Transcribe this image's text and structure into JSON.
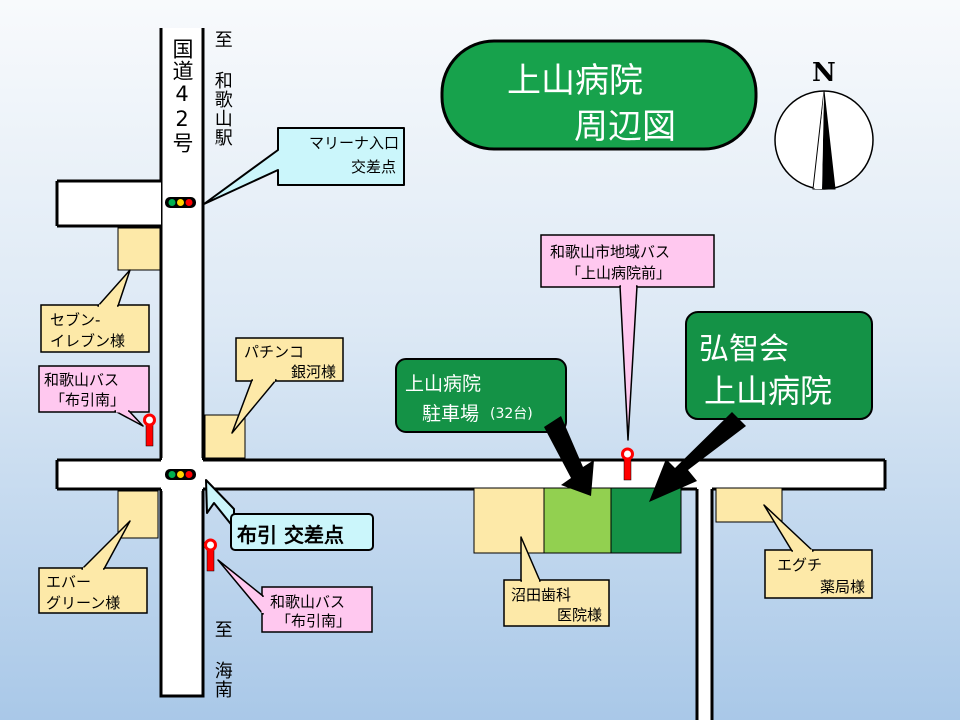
{
  "map": {
    "title_line1": "上山病院",
    "title_line2": "周辺図",
    "north_label": "N",
    "route_label": "国道42号",
    "to_north": "至 和歌山駅",
    "to_south": "至 海南"
  },
  "labels": {
    "marina_line1": "マリーナ入口",
    "marina_line2": "交差点",
    "seven_line1": "セブン-",
    "seven_line2": "イレブン様",
    "pachinko_line1": "パチンコ",
    "pachinko_line2": "銀河様",
    "bus_west_line1": "和歌山バス",
    "bus_west_line2": "「布引南」",
    "ever_line1": "エバー",
    "ever_line2": "グリーン様",
    "nunobiki": "布引 交差点",
    "bus_south_line1": "和歌山バス",
    "bus_south_line2": "「布引南」",
    "parking_line1": "上山病院",
    "parking_line2": "駐車場",
    "parking_count": "(32台)",
    "city_bus_line1": "和歌山市地域バス",
    "city_bus_line2": "「上山病院前」",
    "hospital_line1": "弘智会",
    "hospital_line2": "上山病院",
    "numata_line1": "沼田歯科",
    "numata_line2": "医院様",
    "eguchi_line1": "エグチ",
    "eguchi_line2": "薬局様"
  },
  "colors": {
    "title_fill": "#17a24c",
    "hospital_fill": "#149246",
    "parking_fill": "#92d050",
    "building_fill": "#fde9a8",
    "callout_yellow": "#fde9a8",
    "callout_pink": "#ffc8ef",
    "callout_cyan": "#cbf6fb",
    "traffic_red": "#ff0000",
    "traffic_yellow": "#ffd400",
    "traffic_green": "#00b050",
    "bus_stop": "#ff0000"
  },
  "icons": [
    "compass-icon",
    "traffic-light-icon",
    "bus-stop-icon",
    "arrow-icon"
  ]
}
